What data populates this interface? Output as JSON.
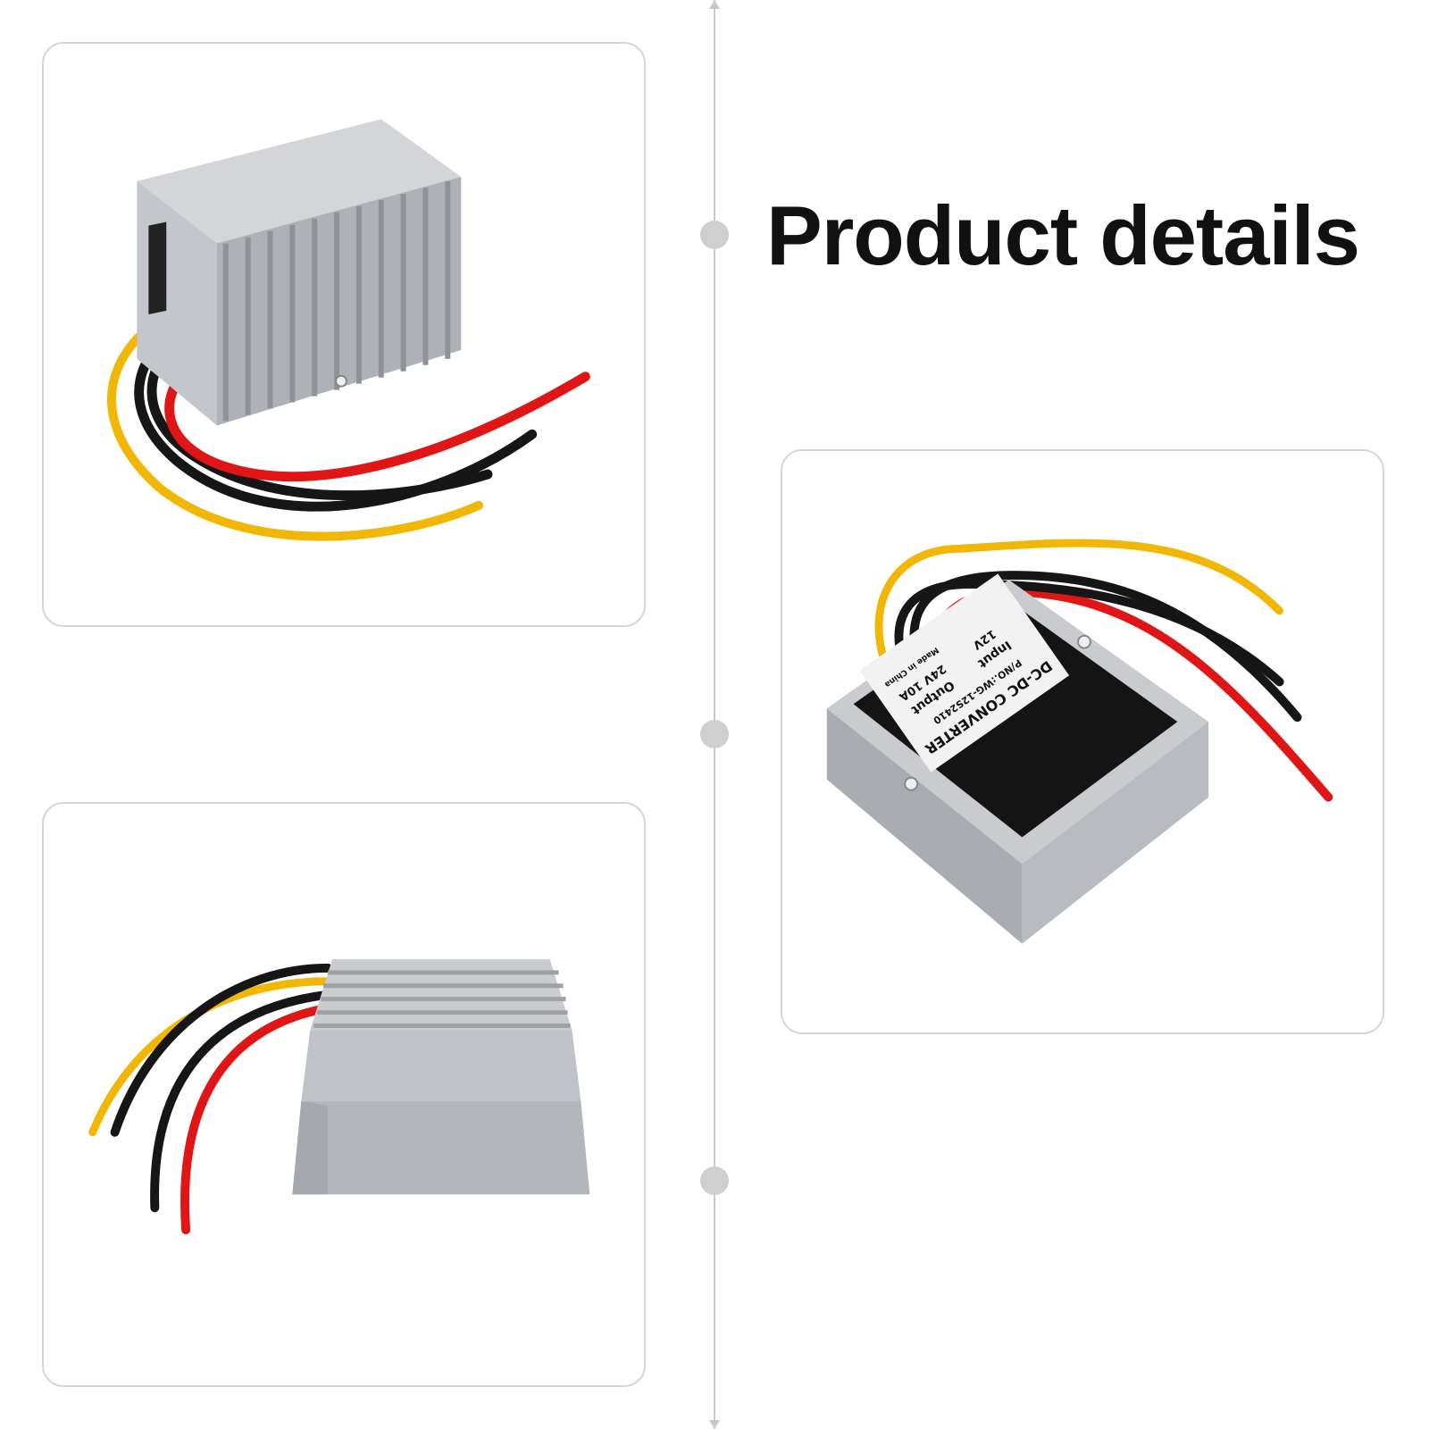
{
  "heading": "Product details",
  "label": {
    "title": "DC-DC CONVERTER",
    "part_no": "P/NO.:WG-12S2410",
    "input_label": "Input",
    "input_voltage": "12V",
    "output_label": "Output",
    "output_rating": "24V 10A",
    "made_in": "Made in China"
  },
  "colors": {
    "wire_red": "#e01515",
    "wire_black": "#161616",
    "wire_yellow": "#f2b705",
    "aluminum": "#b9bcc0",
    "card_border": "#d7d7d7",
    "timeline": "#c9c9c9"
  }
}
